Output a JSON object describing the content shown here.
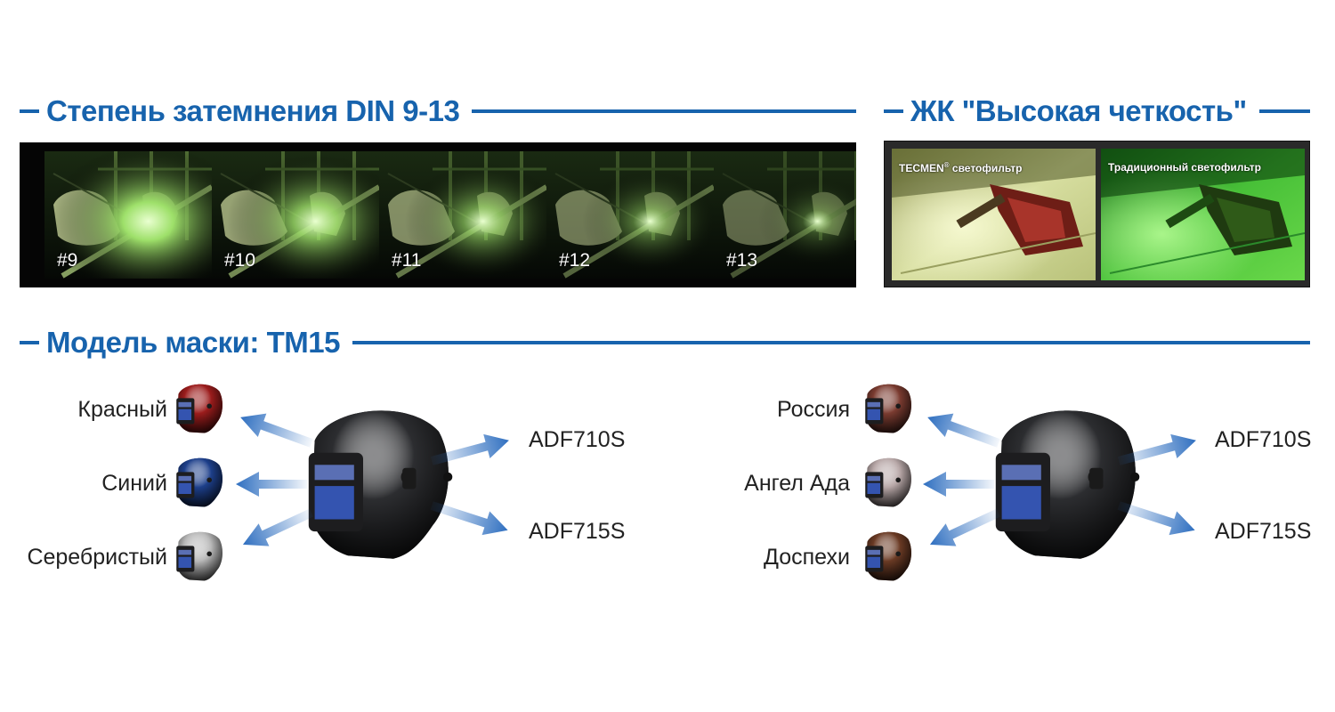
{
  "sections": {
    "din_title": "Степень затемнения DIN 9-13",
    "lcd_title": "ЖК \"Высокая четкость\"",
    "model_title": "Модель маски: TM15"
  },
  "din_frames": [
    {
      "label": "#9",
      "brightness": 1.0
    },
    {
      "label": "#10",
      "brightness": 0.8
    },
    {
      "label": "#11",
      "brightness": 0.62
    },
    {
      "label": "#12",
      "brightness": 0.45
    },
    {
      "label": "#13",
      "brightness": 0.3
    }
  ],
  "lcd": {
    "left_brand": "TECMEN",
    "left_brand_mark": "®",
    "left_suffix": " светофильтр",
    "right_caption": "Традиционный светофильтр"
  },
  "left_group": {
    "variants": [
      {
        "name": "Красный",
        "color": "#9b1c1c"
      },
      {
        "name": "Синий",
        "color": "#1d3f8a"
      },
      {
        "name": "Серебристый",
        "color": "#b8b8b8"
      }
    ],
    "models": [
      "ADF710S",
      "ADF715S"
    ]
  },
  "right_group": {
    "variants": [
      {
        "name": "Россия",
        "color": "#7a3b30"
      },
      {
        "name": "Ангел Ада",
        "color": "#b7a7a7"
      },
      {
        "name": "Доспехи",
        "color": "#6a3a24"
      }
    ],
    "models": [
      "ADF710S",
      "ADF715S"
    ]
  },
  "colors": {
    "accent": "#1763ad",
    "arrow": "#2f6fc0",
    "helmet": "#2c2d30"
  }
}
